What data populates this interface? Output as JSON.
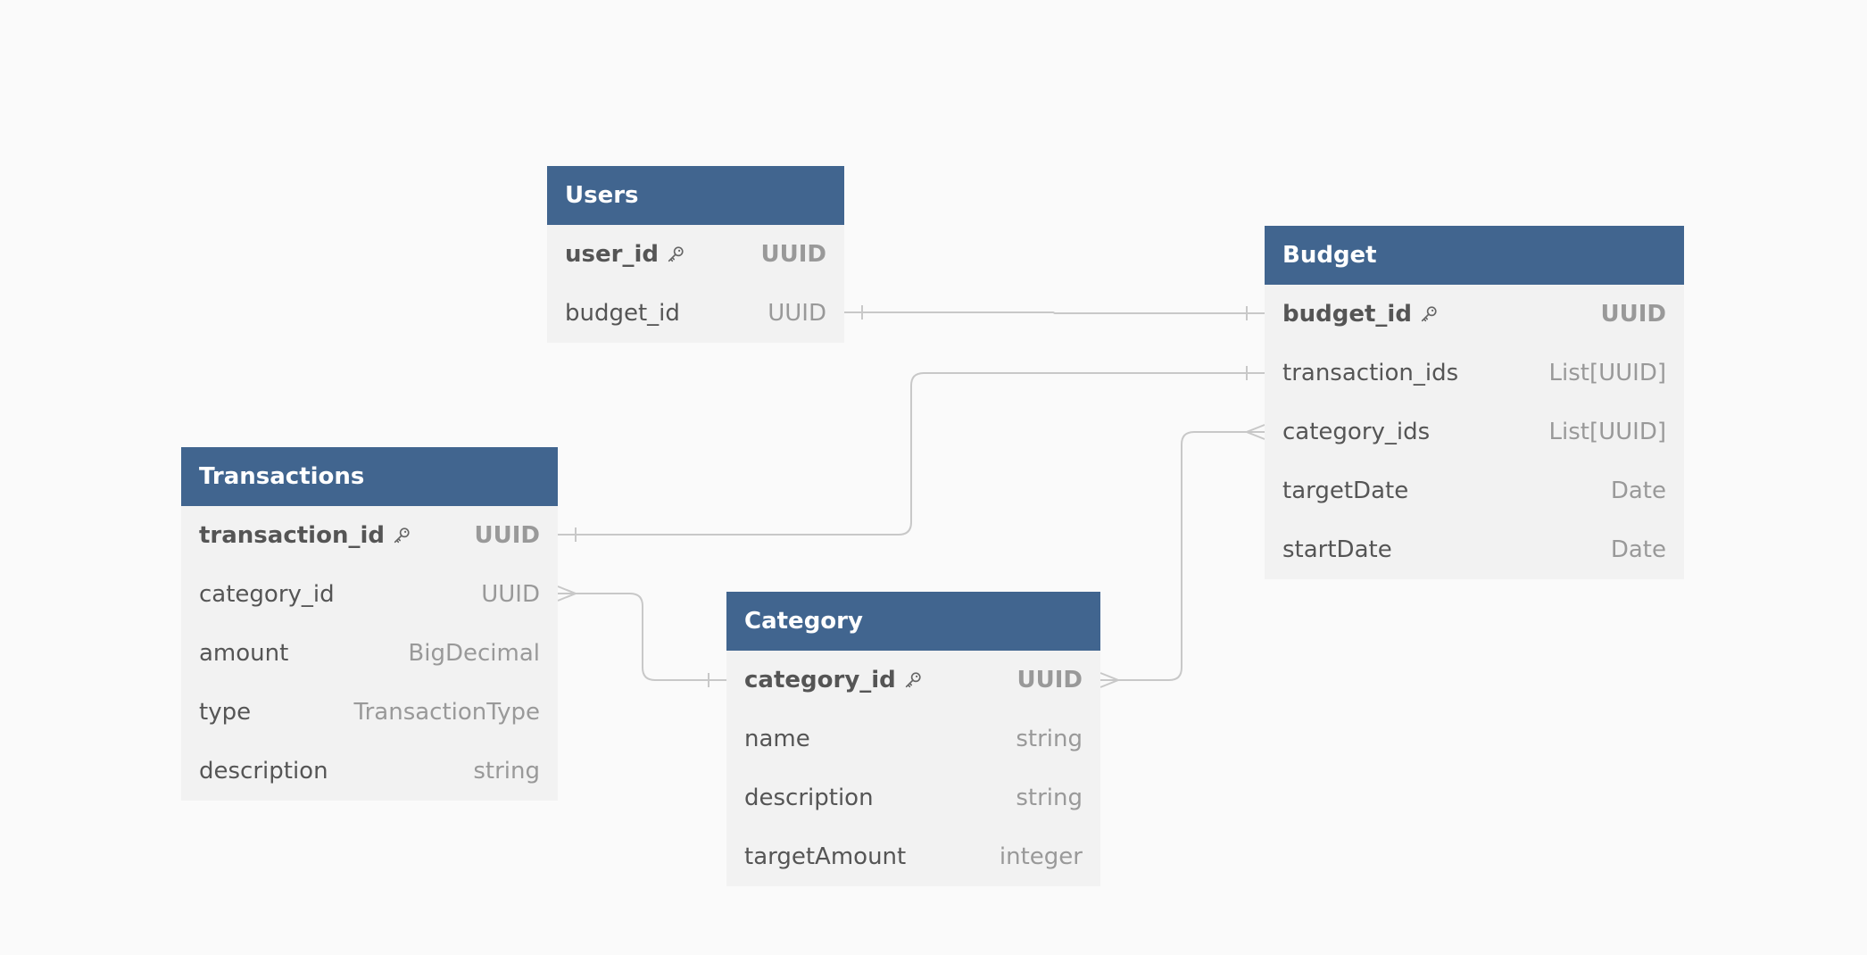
{
  "tables": [
    {
      "id": "users",
      "title": "Users",
      "fields": [
        {
          "name": "user_id",
          "type": "UUID",
          "pk": true,
          "icon": "key-icon"
        },
        {
          "name": "budget_id",
          "type": "UUID",
          "pk": false
        }
      ]
    },
    {
      "id": "budget",
      "title": "Budget",
      "fields": [
        {
          "name": "budget_id",
          "type": "UUID",
          "pk": true,
          "icon": "key-icon"
        },
        {
          "name": "transaction_ids",
          "type": "List[UUID]",
          "pk": false
        },
        {
          "name": "category_ids",
          "type": "List[UUID]",
          "pk": false
        },
        {
          "name": "targetDate",
          "type": "Date",
          "pk": false
        },
        {
          "name": "startDate",
          "type": "Date",
          "pk": false
        }
      ]
    },
    {
      "id": "transactions",
      "title": "Transactions",
      "fields": [
        {
          "name": "transaction_id",
          "type": "UUID",
          "pk": true,
          "icon": "key-icon"
        },
        {
          "name": "category_id",
          "type": "UUID",
          "pk": false
        },
        {
          "name": "amount",
          "type": "BigDecimal",
          "pk": false
        },
        {
          "name": "type",
          "type": "TransactionType",
          "pk": false
        },
        {
          "name": "description",
          "type": "string",
          "pk": false
        }
      ]
    },
    {
      "id": "category",
      "title": "Category",
      "fields": [
        {
          "name": "category_id",
          "type": "UUID",
          "pk": true,
          "icon": "key-icon"
        },
        {
          "name": "name",
          "type": "string",
          "pk": false
        },
        {
          "name": "description",
          "type": "string",
          "pk": false
        },
        {
          "name": "targetAmount",
          "type": "integer",
          "pk": false
        }
      ]
    }
  ],
  "relationships": [
    {
      "from": "users.budget_id",
      "to": "budget.budget_id",
      "from_end": "one",
      "to_end": "one"
    },
    {
      "from": "transactions.transaction_id",
      "to": "budget.transaction_ids",
      "from_end": "one",
      "to_end": "one"
    },
    {
      "from": "transactions.category_id",
      "to": "category.category_id",
      "from_end": "many",
      "to_end": "one"
    },
    {
      "from": "category.category_id",
      "to": "budget.category_ids",
      "from_end": "many",
      "to_end": "many"
    }
  ],
  "colors": {
    "header": "#41658f",
    "body": "#f2f2f2",
    "background": "#fafafa",
    "connector": "#c8c8c8"
  }
}
